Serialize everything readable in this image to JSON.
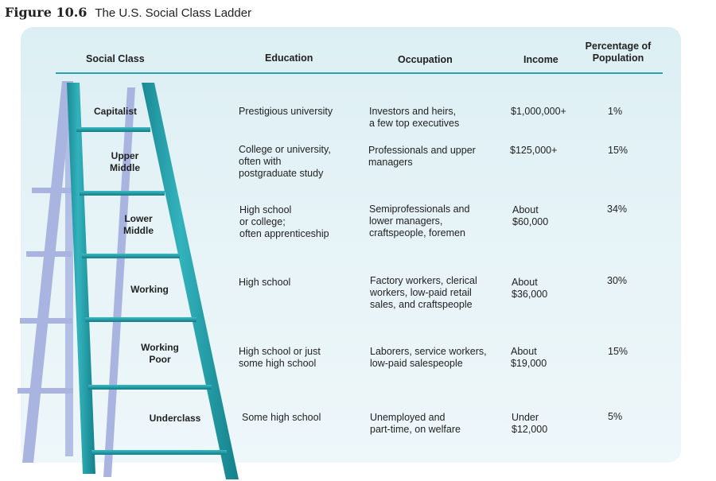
{
  "figure": {
    "number": "Figure 10.6",
    "title": "The U.S. Social Class Ladder"
  },
  "headers": {
    "social_class": "Social Class",
    "education": "Education",
    "occupation": "Occupation",
    "income": "Income",
    "percentage": "Percentage of\nPopulation"
  },
  "rows": [
    {
      "class": "Capitalist",
      "education": "Prestigious university",
      "occupation": "Investors and heirs,\na few top executives",
      "income": "$1,000,000+",
      "percentage": "1%"
    },
    {
      "class": "Upper\nMiddle",
      "education": "College or university,\noften with\npostgraduate study",
      "occupation": "Professionals and upper\nmanagers",
      "income": "$125,000+",
      "percentage": "15%"
    },
    {
      "class": "Lower\nMiddle",
      "education": "High school\nor college;\noften apprenticeship",
      "occupation": "Semiprofessionals and\nlower managers,\ncraftspeople, foremen",
      "income": "About\n$60,000",
      "percentage": "34%"
    },
    {
      "class": "Working",
      "education": "High school",
      "occupation": "Factory workers, clerical\nworkers, low-paid retail\nsales, and craftspeople",
      "income": "About\n$36,000",
      "percentage": "30%"
    },
    {
      "class": "Working\nPoor",
      "education": "High school or just\nsome high school",
      "occupation": "Laborers, service workers,\nlow-paid salespeople",
      "income": "About\n$19,000",
      "percentage": "15%"
    },
    {
      "class": "Underclass",
      "education": "Some high school",
      "occupation": "Unemployed and\npart-time, on welfare",
      "income": "Under\n$12,000",
      "percentage": "5%"
    }
  ],
  "colors": {
    "ladder_teal": "#1f9aa5",
    "ladder_shadow": "#a9b9e0",
    "rule": "#2aa3ad"
  }
}
